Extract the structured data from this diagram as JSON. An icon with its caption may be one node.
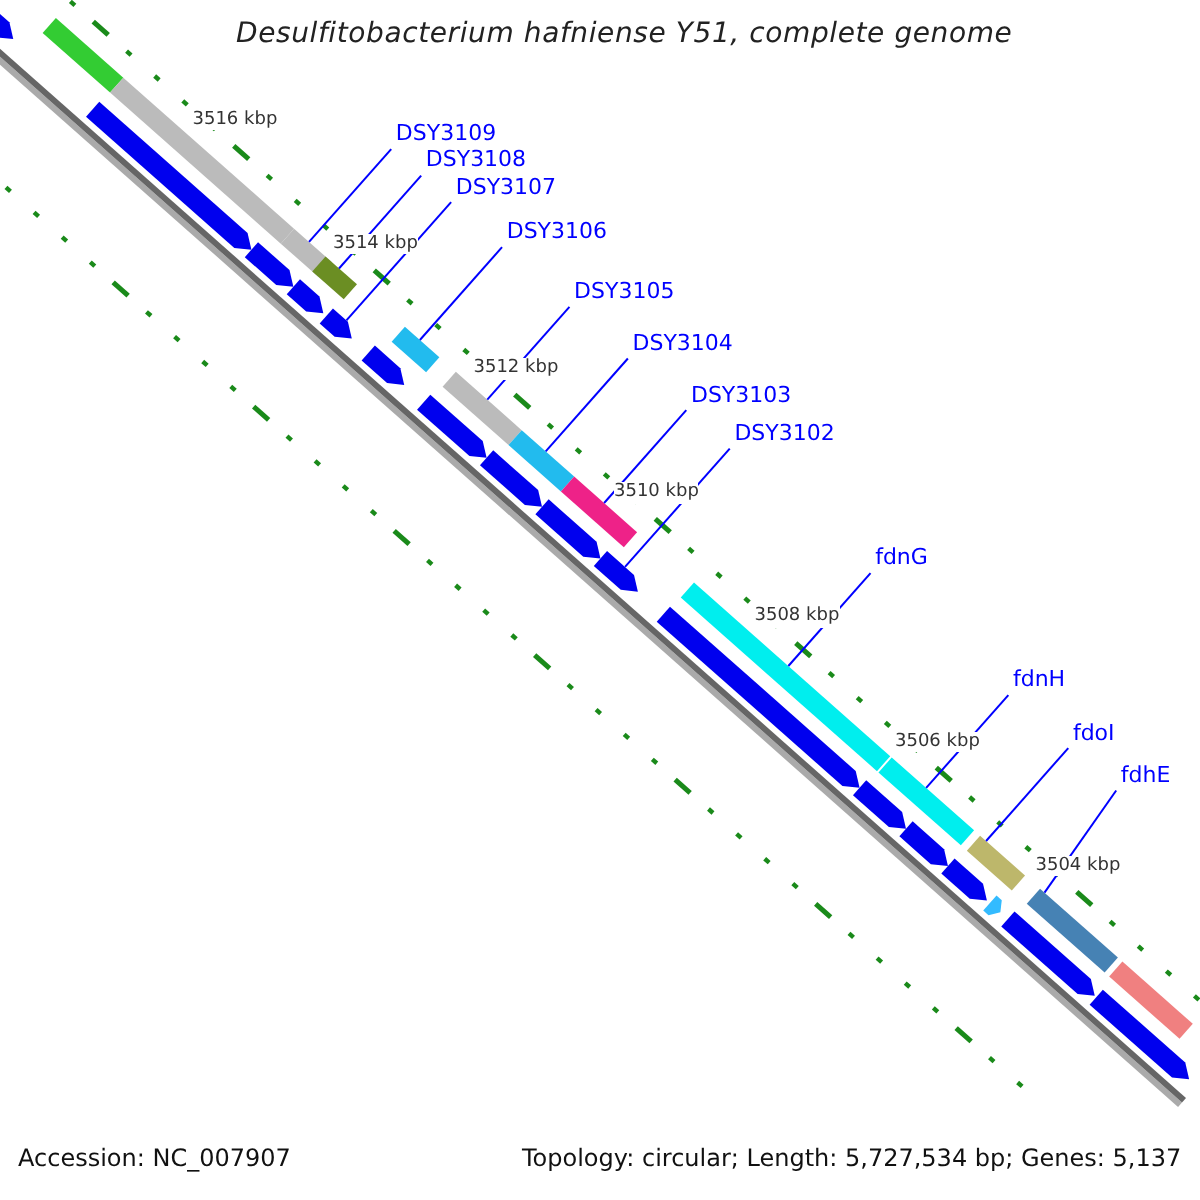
{
  "diagram": {
    "title": "Desulfitobacterium hafniense Y51, complete genome",
    "nodes": [
      {
        "text": [
          "DSY3109"
        ]
      },
      {
        "text": [
          "DSY3108"
        ]
      },
      {
        "text": [
          "DSY3107"
        ]
      },
      {
        "text": [
          "DSY3106"
        ]
      },
      {
        "text": [
          "DSY3105"
        ]
      },
      {
        "text": [
          "DSY3104"
        ]
      },
      {
        "text": [
          "DSY3103"
        ]
      },
      {
        "text": [
          "DSY3102"
        ]
      },
      {
        "text": [
          "fdnG"
        ]
      },
      {
        "text": [
          "fdnH"
        ]
      },
      {
        "text": [
          "fdoI"
        ]
      },
      {
        "text": [
          "fdhE"
        ]
      },
      {
        "text": [],
        "shape": "pentagon"
      },
      {
        "text": [],
        "shape": "bar"
      },
      {
        "text": [],
        "shape": "pentagon"
      },
      {
        "text": [],
        "shape": "bar"
      },
      {
        "text": [],
        "shape": "pentagon"
      },
      {
        "text": [],
        "shape": "bar"
      },
      {
        "text": [],
        "shape": "pentagon"
      },
      {
        "text": [],
        "shape": "bar"
      },
      {
        "text": [],
        "shape": "pentagon"
      },
      {
        "text": [],
        "shape": "pentagon"
      },
      {
        "text": [],
        "shape": "bar"
      },
      {
        "text": [],
        "shape": "pentagon"
      },
      {
        "text": [],
        "shape": "bar"
      },
      {
        "text": [],
        "shape": "pentagon"
      },
      {
        "text": [],
        "shape": "bar"
      },
      {
        "text": [],
        "shape": "pentagon"
      },
      {
        "text": [],
        "shape": "bar"
      },
      {
        "text": [],
        "shape": "pentagon"
      },
      {
        "text": [],
        "shape": "pentagon"
      },
      {
        "text": [],
        "shape": "bar"
      },
      {
        "text": [],
        "shape": "pentagon"
      },
      {
        "text": [],
        "shape": "bar"
      },
      {
        "text": [],
        "shape": "pentagon"
      },
      {
        "text": [],
        "shape": "pentagon"
      },
      {
        "text": [],
        "shape": "bar"
      },
      {
        "text": [],
        "shape": "pentagon"
      },
      {
        "text": [],
        "shape": "pentagon"
      },
      {
        "text": [],
        "shape": "bar"
      },
      {
        "text": [],
        "shape": "bar"
      },
      {
        "text": [],
        "shape": "pentagon"
      }
    ],
    "edges": [
      {
        "from": 0,
        "to": 17,
        "arrow": "none"
      },
      {
        "from": 1,
        "to": 19,
        "arrow": "none"
      },
      {
        "from": 2,
        "to": 20,
        "arrow": "none"
      },
      {
        "from": 3,
        "to": 22,
        "arrow": "none"
      },
      {
        "from": 4,
        "to": 24,
        "arrow": "none"
      },
      {
        "from": 5,
        "to": 26,
        "arrow": "none"
      },
      {
        "from": 6,
        "to": 28,
        "arrow": "none"
      },
      {
        "from": 7,
        "to": 29,
        "arrow": "none"
      },
      {
        "from": 8,
        "to": 31,
        "arrow": "none"
      },
      {
        "from": 9,
        "to": 33,
        "arrow": "none"
      },
      {
        "from": 10,
        "to": 36,
        "arrow": "none"
      },
      {
        "from": 11,
        "to": 39,
        "arrow": "none"
      }
    ],
    "labels": [
      "3516 kbp",
      "3514 kbp",
      "3512 kbp",
      "3510 kbp",
      "3508 kbp",
      "3506 kbp",
      "3504 kbp",
      "Accession: NC_007907",
      "Topology: circular; Length: 5,727,534 bp; Genes: 5,137"
    ]
  }
}
